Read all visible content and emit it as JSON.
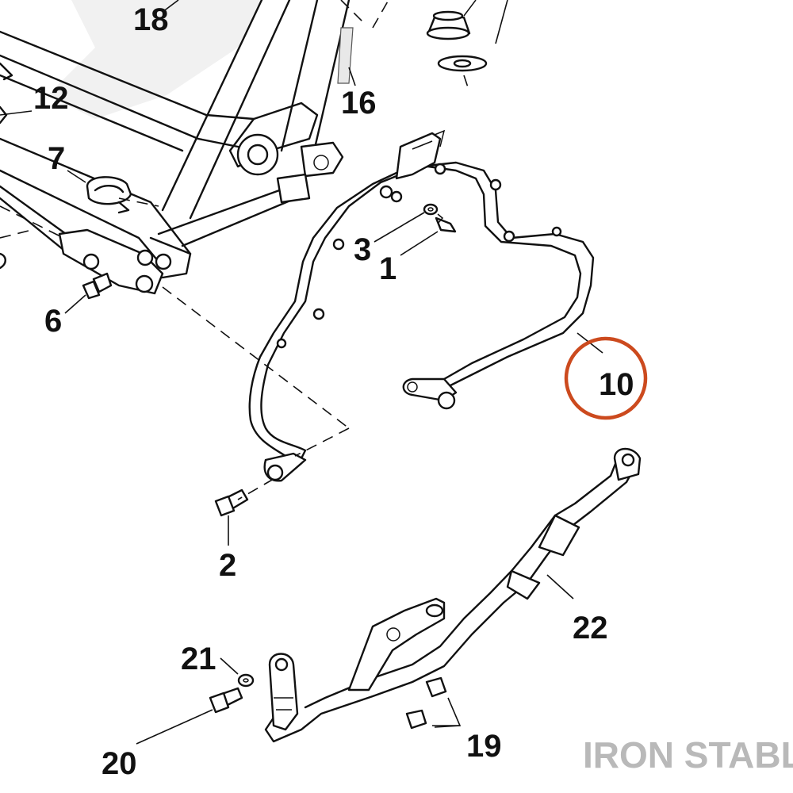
{
  "callouts": [
    {
      "id": "18",
      "label": "18"
    },
    {
      "id": "12",
      "label": "12"
    },
    {
      "id": "7",
      "label": "7"
    },
    {
      "id": "6",
      "label": "6"
    },
    {
      "id": "16",
      "label": "16"
    },
    {
      "id": "3",
      "label": "3"
    },
    {
      "id": "1",
      "label": "1"
    },
    {
      "id": "10",
      "label": "10"
    },
    {
      "id": "2",
      "label": "2"
    },
    {
      "id": "22",
      "label": "22"
    },
    {
      "id": "21",
      "label": "21"
    },
    {
      "id": "20",
      "label": "20"
    },
    {
      "id": "19",
      "label": "19"
    }
  ],
  "highlight": {
    "callout": "10",
    "color": "#cc4a1e"
  },
  "watermark": "IRON STABLE"
}
